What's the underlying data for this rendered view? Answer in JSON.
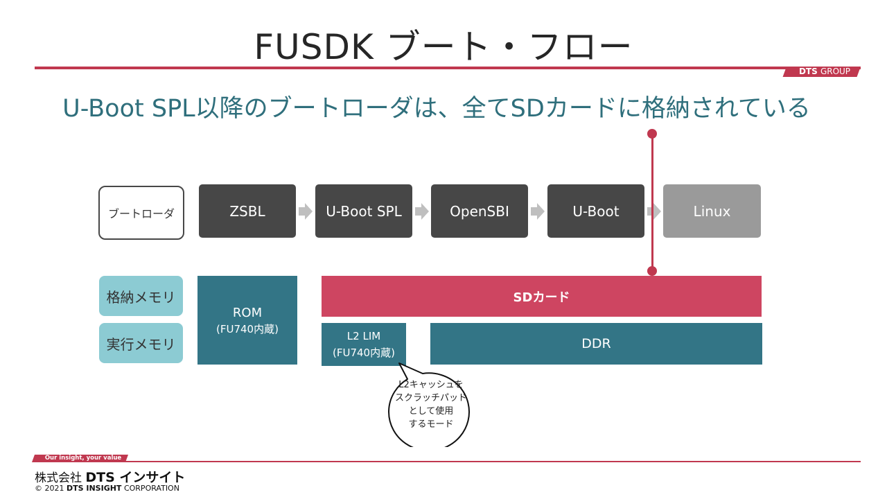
{
  "header": {
    "title": "FUSDK ブート・フロー",
    "group_tag": {
      "bold": "DTS",
      "rest": "GROUP"
    }
  },
  "subtitle": "U-Boot SPL以降のブートローダは、全てSDカードに格納されている",
  "bootloader_label": "ブートローダ",
  "stages": [
    "ZSBL",
    "U-Boot SPL",
    "OpenSBI",
    "U-Boot",
    "Linux"
  ],
  "memory_labels": {
    "storage": "格納メモリ",
    "execution": "実行メモリ"
  },
  "blocks": {
    "rom": {
      "label": "ROM",
      "note": "(FU740内蔵)"
    },
    "sd": {
      "label": "SDカード"
    },
    "l2lim": {
      "label": "L2 LIM",
      "note": "(FU740内蔵)"
    },
    "ddr": {
      "label": "DDR"
    }
  },
  "callout": [
    "L2キャッシュを",
    "スクラッチパッド",
    "として使用",
    "するモード"
  ],
  "footer": {
    "tagline": "Our insight, your value",
    "company_prefix": "株式会社",
    "company_name": "DTS インサイト",
    "copyright_prefix": "© 2021",
    "copyright_bold": "DTS INSIGHT",
    "copyright_rest": "CORPORATION"
  },
  "colors": {
    "accent": "#c0384f",
    "stage_dark": "#474747",
    "stage_grey": "#9a9a9a",
    "teal": "#337586",
    "sd_card": "#ce4561",
    "memory_label": "#8ccbd3",
    "subtitle": "#2f6f7c"
  }
}
